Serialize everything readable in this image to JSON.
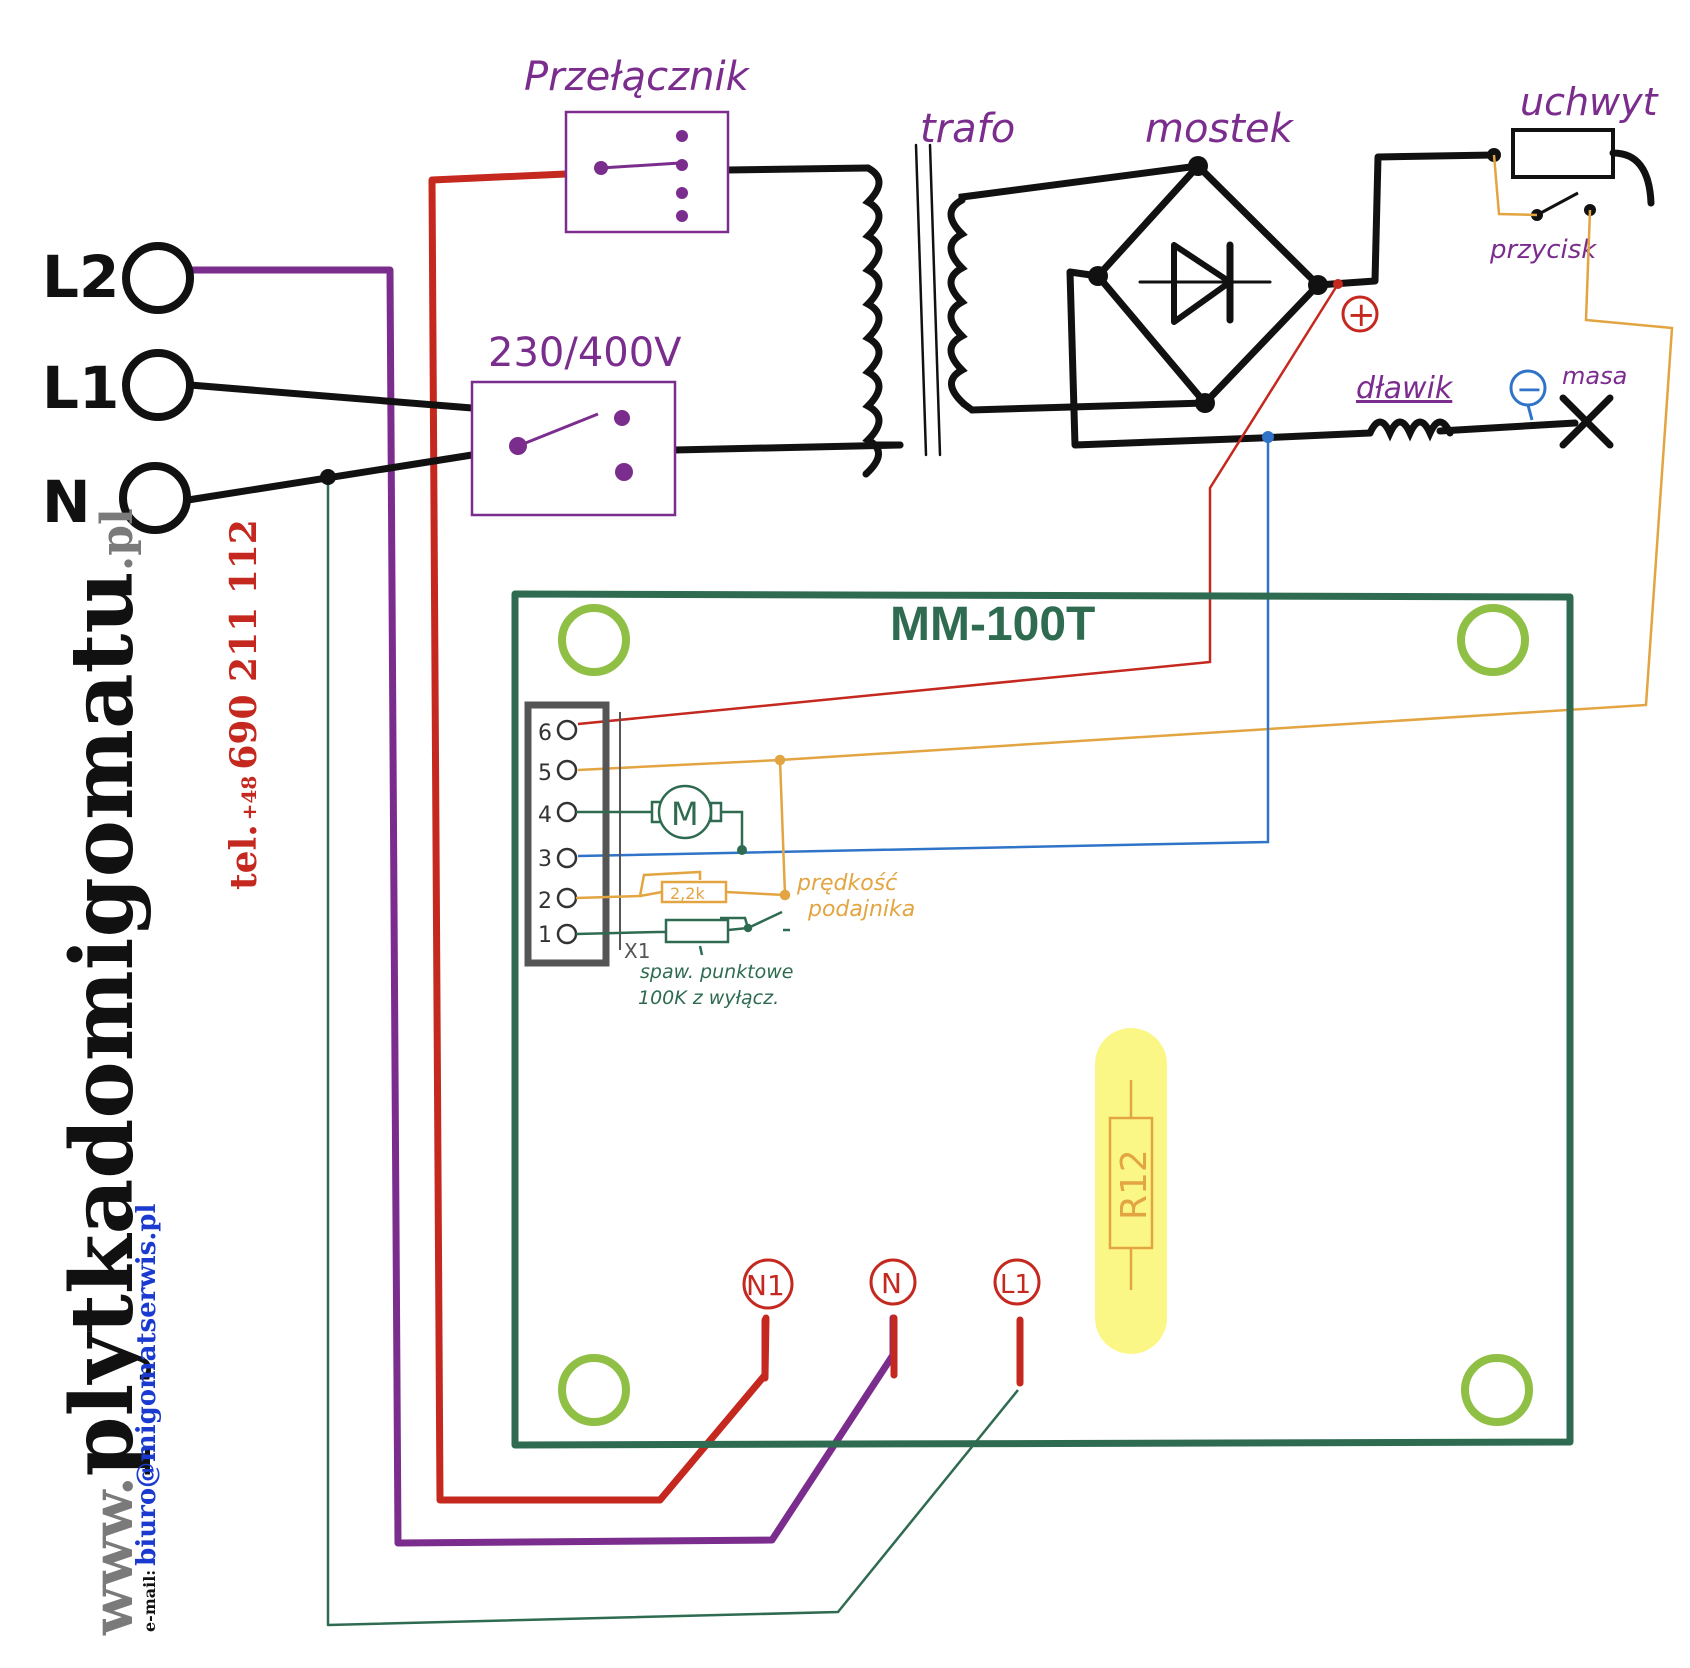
{
  "colors": {
    "black": "#111111",
    "red": "#c5281e",
    "purple": "#7b2d8e",
    "green": "#2e6b50",
    "lightgreen": "#8fbf45",
    "orange": "#e2a542",
    "blue": "#2f74c8",
    "yellow": "#fbf67a",
    "gray": "#7a7a7a",
    "linkblue": "#1a3ad0"
  },
  "terminals": {
    "l2": "L2",
    "l1": "L1",
    "n": "N"
  },
  "components": {
    "switch_label": "Przełącznik",
    "voltage_selector": "230/400V",
    "transformer": "trafo",
    "bridge": "mostek",
    "holder": "uchwyt",
    "button": "przycisk",
    "choke": "dławik",
    "ground": "masa",
    "plus": "+",
    "minus": "−"
  },
  "board": {
    "title": "MM-100T",
    "connector": "X1",
    "pins": [
      "6",
      "5",
      "4",
      "3",
      "2",
      "1"
    ],
    "motor": "M",
    "resistor_value": "2,2k",
    "feed_speed": [
      "prędkość",
      "podajnika"
    ],
    "spot_weld": [
      "spaw. punktowe",
      "100K z wyłącz."
    ],
    "r12": "R12",
    "mains_terminals": [
      "N1",
      "N",
      "L1"
    ]
  },
  "branding": {
    "www": "www.",
    "site": "plytkadomigomatu",
    "tld": ".pl",
    "tel_prefix": "tel.",
    "tel_cc": "+48",
    "tel_number": "690 211 112",
    "email_prefix": "e-mail:",
    "email": "biuro@migomatserwis.pl"
  }
}
